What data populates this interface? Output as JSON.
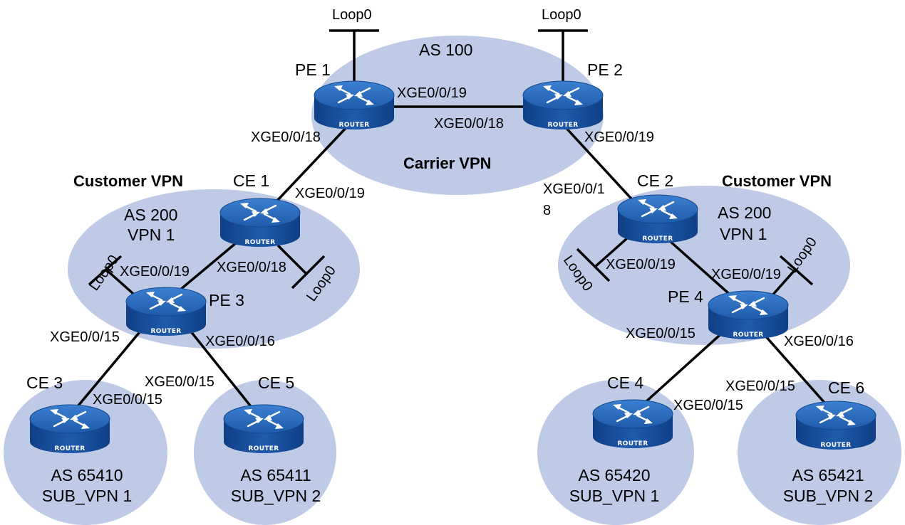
{
  "regions": {
    "carrier": {
      "as_label": "AS 100",
      "title": "Carrier VPN"
    },
    "left": {
      "title": "Customer VPN",
      "as_label": "AS 200",
      "vpn_label": "VPN 1"
    },
    "right": {
      "title": "Customer VPN",
      "as_label": "AS 200",
      "vpn_label": "VPN 1"
    },
    "ce3": {
      "as_label": "AS 65410",
      "vpn_label": "SUB_VPN 1"
    },
    "ce5": {
      "as_label": "AS 65411",
      "vpn_label": "SUB_VPN 2"
    },
    "ce4": {
      "as_label": "AS 65420",
      "vpn_label": "SUB_VPN 1"
    },
    "ce6": {
      "as_label": "AS 65421",
      "vpn_label": "SUB_VPN 2"
    }
  },
  "routers": {
    "pe1": {
      "name": "PE 1"
    },
    "pe2": {
      "name": "PE 2"
    },
    "ce1": {
      "name": "CE 1"
    },
    "ce2": {
      "name": "CE 2"
    },
    "pe3": {
      "name": "PE 3"
    },
    "pe4": {
      "name": "PE 4"
    },
    "ce3": {
      "name": "CE 3"
    },
    "ce5": {
      "name": "CE 5"
    },
    "ce4": {
      "name": "CE 4"
    },
    "ce6": {
      "name": "CE 6"
    }
  },
  "router_badge": "ROUTER",
  "loopback_label": "Loop0",
  "interfaces": {
    "pe1_pe2": "XGE0/0/19",
    "pe2_pe1": "XGE0/0/18",
    "pe1_ce1": "XGE0/0/18",
    "pe2_ce2": "XGE0/0/19",
    "ce1_pe1": "XGE0/0/19",
    "ce2_pe2_line1": "XGE0/0/1",
    "ce2_pe2_line2": "8",
    "ce1_pe3": "XGE0/0/18",
    "pe3_ce1": "XGE0/0/19",
    "ce2_pe4": "XGE0/0/19",
    "pe4_ce2": "XGE0/0/19",
    "pe3_ce3": "XGE0/0/15",
    "pe3_ce5": "XGE0/0/16",
    "ce3_pe3": "XGE0/0/15",
    "ce5_pe3": "XGE0/0/15",
    "pe4_ce4": "XGE0/0/15",
    "pe4_ce6": "XGE0/0/16",
    "ce4_pe4": "XGE0/0/15",
    "ce6_pe4": "XGE0/0/15"
  },
  "colors": {
    "cloud": "#bfcbe6",
    "router_body": "#1f5bab",
    "router_top": "#2e6fc1",
    "router_dark": "#0f3f86",
    "line": "#000000"
  }
}
